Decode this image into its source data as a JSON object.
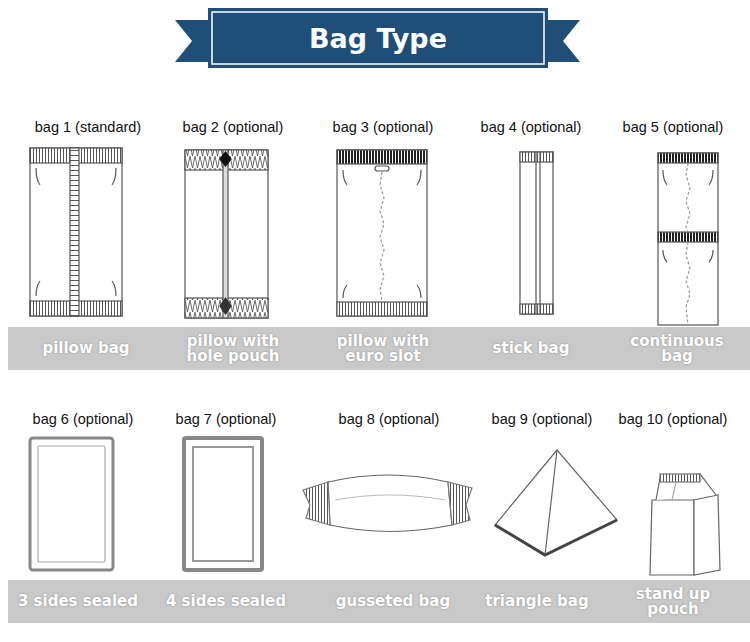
{
  "diagram": {
    "title": "Bag Type",
    "nodes": [
      {
        "text": [
          "pillow bag",
          "pillow with hole pouch",
          "pillow with euro slot",
          "stick bag",
          "continuous bag"
        ]
      },
      {
        "text": [
          "3 sides sealed",
          "4 sides sealed",
          "gusseted bag",
          "triangle bag",
          "stand up pouch"
        ]
      }
    ],
    "labels": [
      "bag 1 (standard)",
      "bag 2 (optional)",
      "bag 3 (optional)",
      "bag 4  (optional)",
      "bag 5 (optional)",
      "bag 6 (optional)",
      "bag 7 (optional)",
      "bag 8 (optional)",
      "bag 9 (optional)",
      "bag 10 (optional)"
    ]
  }
}
